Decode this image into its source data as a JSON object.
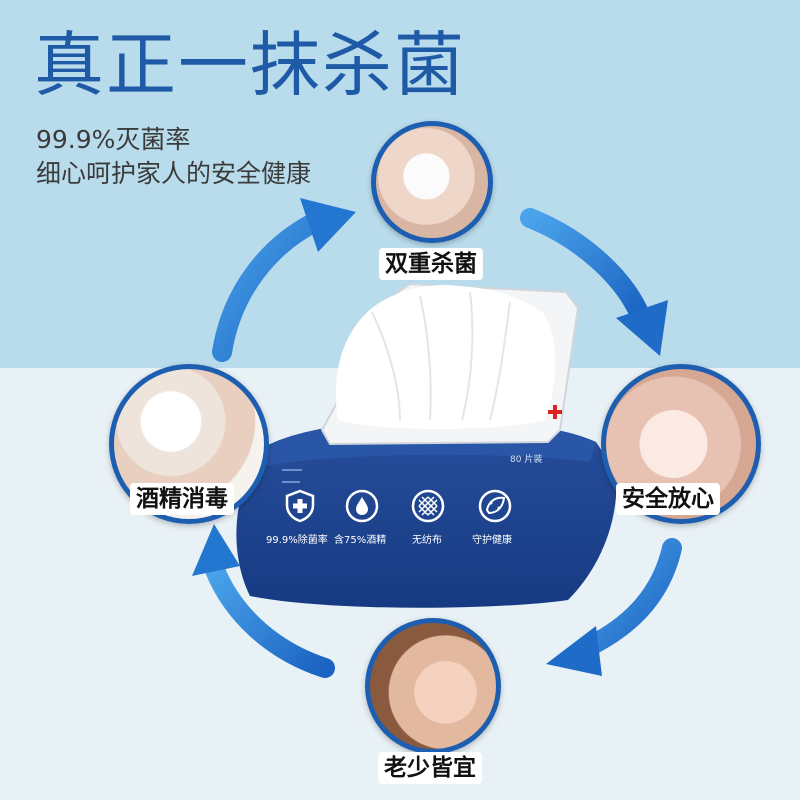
{
  "headline": "真正一抹杀菌",
  "subtitle_lines": [
    "99.9%灭菌率",
    "细心呵护家人的安全健康"
  ],
  "benefits": {
    "top": "双重杀菌",
    "right": "安全放心",
    "bottom": "老少皆宜",
    "left": "酒精消毒"
  },
  "package": {
    "count_text": "80 片装",
    "features": [
      {
        "icon": "shield-cross-icon",
        "label": "99.9%除菌率"
      },
      {
        "icon": "droplet-icon",
        "label": "含75%酒精"
      },
      {
        "icon": "fabric-mesh-icon",
        "label": "无纺布"
      },
      {
        "icon": "leaf-circle-icon",
        "label": "守护健康"
      }
    ]
  },
  "colors": {
    "brand_blue": "#1f5aa6",
    "package_blue": "#1a3f8f",
    "arrow_blue": "#2a7fd4"
  }
}
